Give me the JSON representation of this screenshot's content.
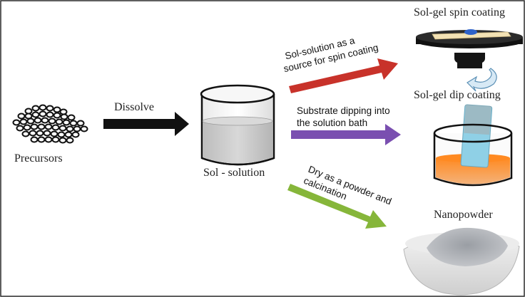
{
  "labels": {
    "precursors": "Precursors",
    "dissolve": "Dissolve",
    "sol_solution": "Sol - solution",
    "spin_coating_title": "Sol-gel  spin coating",
    "dip_coating_title": "Sol-gel  dip coating",
    "nanopowder": "Nanopowder",
    "arrow_spin_line1": "Sol-solution as a",
    "arrow_spin_line2": "source for spin coating",
    "arrow_dip_line1": "Substrate dipping into",
    "arrow_dip_line2": "the solution bath",
    "arrow_powder_line1": "Dry as a powder and",
    "arrow_powder_line2": "calcination"
  },
  "colors": {
    "arrow_dissolve": "#111111",
    "arrow_spin": "#c8322a",
    "arrow_dip": "#7a4fb0",
    "arrow_powder": "#86b63a",
    "dip_bath": "#f07a1e",
    "substrate": "#8fd0e6",
    "sol_liquid": "#c8c8c8"
  }
}
